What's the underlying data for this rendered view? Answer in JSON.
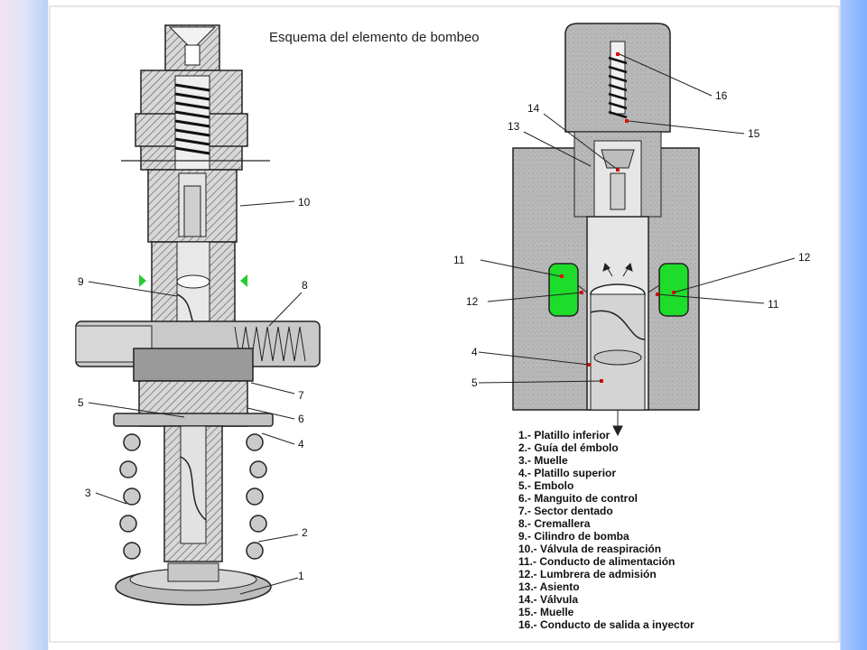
{
  "diagram": {
    "title": "Esquema del elemento de bombeo",
    "left_callouts": {
      "c10": "10",
      "c9": "9",
      "c8": "8",
      "c5": "5",
      "c7": "7",
      "c6": "6",
      "c4": "4",
      "c3": "3",
      "c2": "2",
      "c1": "1"
    },
    "right_callouts": {
      "c16": "16",
      "c15": "15",
      "c14": "14",
      "c13": "13",
      "c11a": "11",
      "c12a": "12",
      "c12b": "12",
      "c11b": "11",
      "c4": "4",
      "c5": "5"
    },
    "legend": [
      "1.- Platillo inferior",
      "2.- Guía del émbolo",
      "3.- Muelle",
      "4.- Platillo superior",
      "5.- Embolo",
      "6.- Manguito de control",
      "7.- Sector dentado",
      "8.- Cremallera",
      "9.- Cilindro de bomba",
      "10.- Válvula de reaspiración",
      "11.- Conducto de alimentación",
      "12.- Lumbrera de admisión",
      "13.- Asiento",
      "14.- Válvula",
      "15.- Muelle",
      "16.- Conducto de salida a inyector"
    ],
    "colors": {
      "feed_passage": "#1edc2a",
      "marker": "#e01010",
      "arrow_marker": "#22cc33"
    }
  }
}
